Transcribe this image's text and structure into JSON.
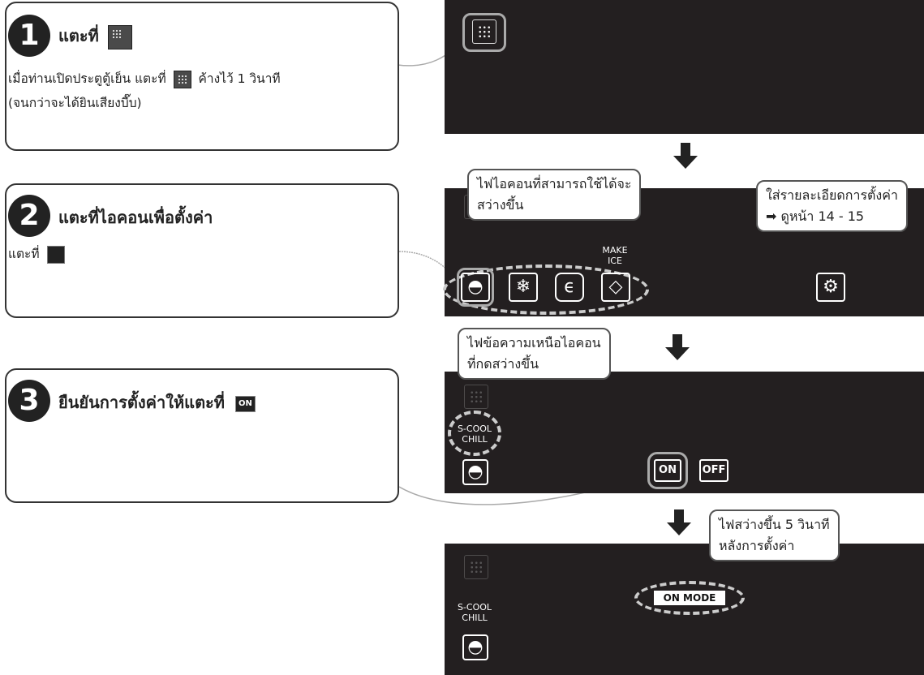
{
  "step1": {
    "number": "1",
    "title": "แตะที่",
    "line1_before": "เมื่อท่านเปิดประตูตู้เย็น แตะที่",
    "line1_after": "ค้างไว้ 1 วินาที",
    "line2": "(จนกว่าจะได้ยินเสียงบี๊บ)"
  },
  "step2": {
    "number": "2",
    "title": "แตะที่ไอคอนเพื่อตั้งค่า",
    "line1": "แตะที่"
  },
  "step3": {
    "number": "3",
    "title": "ยืนยันการตั้งค่าให้แตะที่",
    "on_icon": "ON"
  },
  "panel2": {
    "callout_left": [
      "ไฟไอคอนที่สามารถใช้ได้จะ",
      "สว่างขึ้น"
    ],
    "callout_right": [
      "ใส่รายละเอียดการตั้งค่า",
      "➡ ดูหน้า 14 - 15"
    ],
    "make_ice": "MAKE\nICE",
    "icons": [
      "fish-chill-icon",
      "freeze-icon",
      "eco-icon",
      "ice-icon",
      "settings-icon"
    ]
  },
  "panel3": {
    "callout": [
      "ไฟข้อความเหนือไอคอน",
      "ที่กดสว่างขึ้น"
    ],
    "scool_label": "S-COOL\nCHILL",
    "on_label": "ON",
    "off_label": "OFF"
  },
  "panel4": {
    "callout": [
      "ไฟสว่างขึ้น 5 วินาที",
      "หลังการตั้งค่า"
    ],
    "scool_label": "S-COOL\nCHILL",
    "on_mode": "ON MODE"
  }
}
